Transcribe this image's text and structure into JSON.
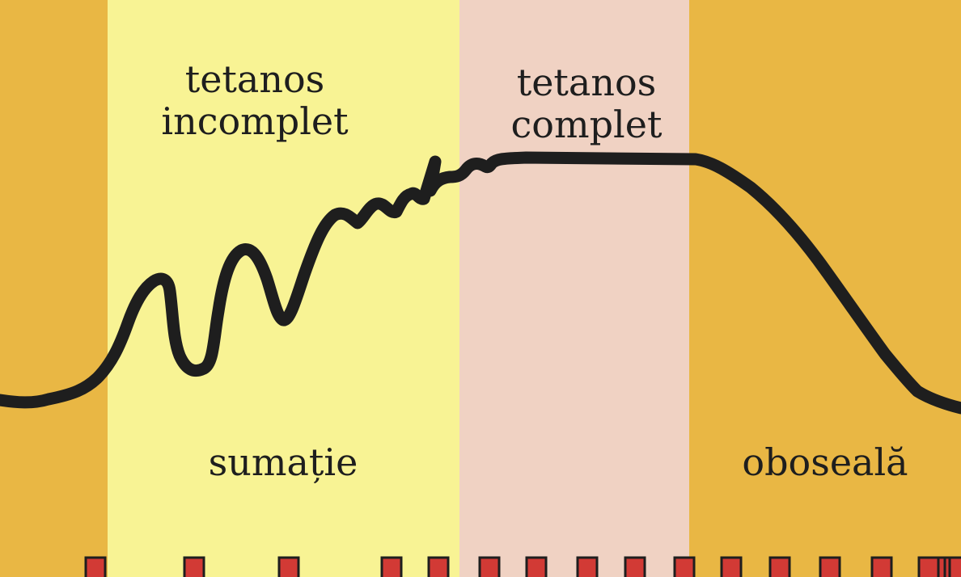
{
  "phases": {
    "incomplete_tetanus": {
      "line1": "tetanos",
      "line2": "incomplet"
    },
    "complete_tetanus": {
      "line1": "tetanos",
      "line2": "complet"
    },
    "summation": "sumație",
    "fatigue": "oboseală"
  },
  "colors": {
    "background_orange": "#e9b744",
    "summation_yellow": "#f8f394",
    "complete_pink": "#f0d2c3",
    "curve": "#1e1e1e",
    "stimulus": "#d23a35"
  },
  "stimuli": {
    "count": 18
  }
}
